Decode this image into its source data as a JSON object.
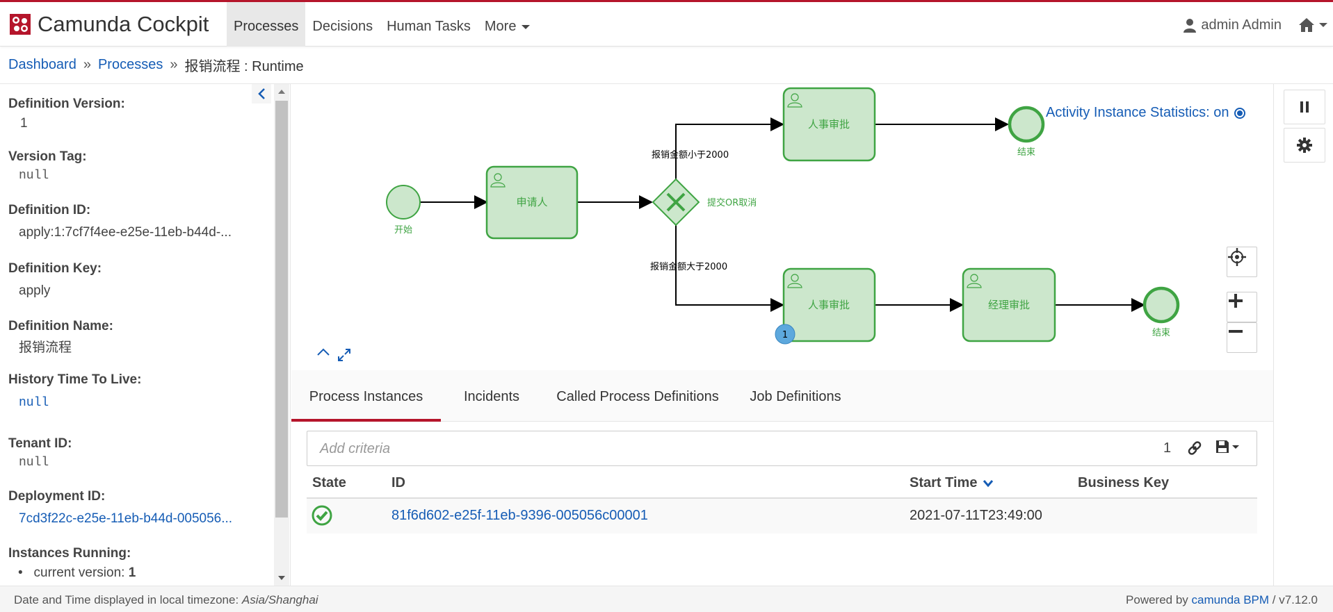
{
  "header": {
    "brand": "Camunda Cockpit",
    "nav": [
      "Processes",
      "Decisions",
      "Human Tasks",
      "More"
    ],
    "user": "admin Admin"
  },
  "breadcrumb": {
    "dashboard": "Dashboard",
    "processes": "Processes",
    "current": "报销流程 : Runtime"
  },
  "sidebar": {
    "definition_version_label": "Definition Version:",
    "definition_version": "1",
    "version_tag_label": "Version Tag:",
    "version_tag": "null",
    "definition_id_label": "Definition ID:",
    "definition_id": "apply:1:7cf7f4ee-e25e-11eb-b44d-...",
    "definition_key_label": "Definition Key:",
    "definition_key": "apply",
    "definition_name_label": "Definition Name:",
    "definition_name": "报销流程",
    "history_ttl_label": "History Time To Live:",
    "history_ttl": "null",
    "tenant_id_label": "Tenant ID:",
    "tenant_id": "null",
    "deployment_id_label": "Deployment ID:",
    "deployment_id": "7cd3f22c-e25e-11eb-b44d-005056...",
    "instances_running_label": "Instances Running:",
    "current_version_label": "current version:",
    "current_version_count": "1"
  },
  "diagram": {
    "stats_label": "Activity Instance Statistics: on",
    "start_label": "开始",
    "task_applicant": "申请人",
    "gateway_label": "提交OR取消",
    "flow_less": "报销金额小于2000",
    "flow_more": "报销金额大于2000",
    "task_hr_top": "人事审批",
    "task_hr_bottom": "人事审批",
    "task_manager": "经理审批",
    "end_top": "结束",
    "end_bottom": "结束",
    "badge_count": "1",
    "colors": {
      "task_fill": "#cce7cc",
      "task_stroke": "#3fa443",
      "badge": "#5da8dd"
    }
  },
  "tabs": [
    "Process Instances",
    "Incidents",
    "Called Process Definitions",
    "Job Definitions"
  ],
  "search": {
    "placeholder": "Add criteria",
    "count": "1"
  },
  "table": {
    "headers": [
      "State",
      "ID",
      "Start Time",
      "Business Key"
    ],
    "rows": [
      {
        "state": "running",
        "id": "81f6d602-e25f-11eb-9396-005056c00001",
        "start_time": "2021-07-11T23:49:00",
        "business_key": ""
      }
    ]
  },
  "footer": {
    "tz_prefix": "Date and Time displayed in local timezone:",
    "tz": "Asia/Shanghai",
    "powered_prefix": "Powered by",
    "powered_link": "camunda BPM",
    "version": "/ v7.12.0"
  }
}
